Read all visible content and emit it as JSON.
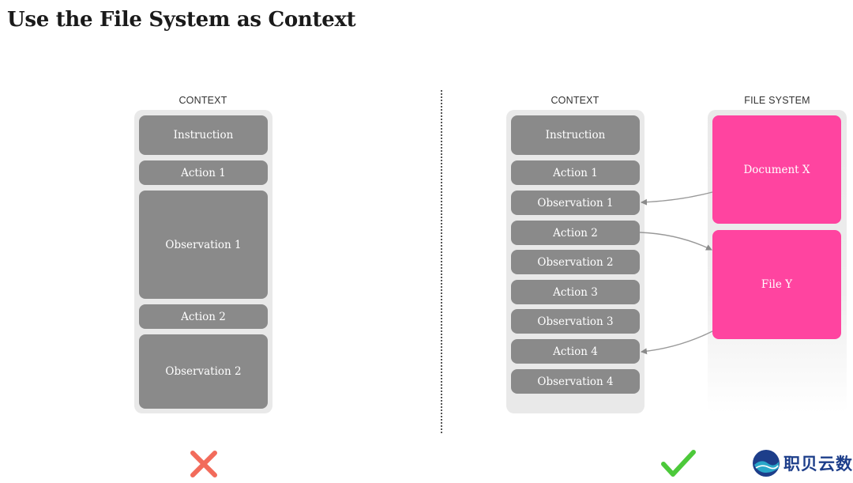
{
  "title": "Use the File System as Context",
  "left": {
    "label": "CONTEXT",
    "blocks": [
      "Instruction",
      "Action 1",
      "Observation 1",
      "Action 2",
      "Observation 2"
    ]
  },
  "right": {
    "context_label": "CONTEXT",
    "blocks": [
      "Instruction",
      "Action 1",
      "Observation 1",
      "Action 2",
      "Observation 2",
      "Action 3",
      "Observation 3",
      "Action 4",
      "Observation 4"
    ],
    "fs_label": "FILE SYSTEM",
    "files": [
      "Document X",
      "File Y"
    ]
  },
  "colors": {
    "block": "#8a8a8a",
    "file": "#ff44a0",
    "cross": "#f26b5b",
    "check": "#4cc93a"
  },
  "logo": {
    "text": "职贝云数"
  }
}
